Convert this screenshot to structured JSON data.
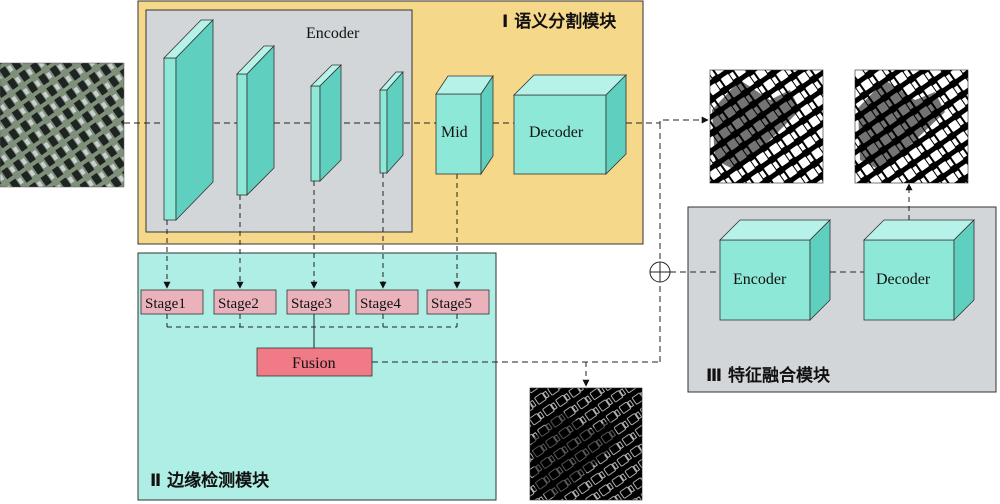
{
  "modules": {
    "semantic": {
      "title": "Ⅰ 语义分割模块",
      "color": "#f5d88a"
    },
    "edge": {
      "title": "Ⅱ 边缘检测模块",
      "color": "#aeeee4"
    },
    "fusion": {
      "title": "Ⅲ 特征融合模块",
      "color": "#d3d6d8"
    }
  },
  "encoder": {
    "label": "Encoder"
  },
  "mid": {
    "label": "Mid"
  },
  "decoder": {
    "label": "Decoder"
  },
  "stages": [
    "Stage1",
    "Stage2",
    "Stage3",
    "Stage4",
    "Stage5"
  ],
  "fusion_box": {
    "label": "Fusion"
  },
  "fusion_module": {
    "encoder_label": "Encoder",
    "decoder_label": "Decoder"
  },
  "images": {
    "input": "satellite-image",
    "segmentation": "segmentation-mask",
    "refined": "refined-segmentation-mask",
    "edge": "edge-map"
  },
  "colors": {
    "cube": "#8ee8d8",
    "cube_dark": "#5fd0c0",
    "stage": "#eab3bc",
    "fusion": "#f07a86"
  }
}
